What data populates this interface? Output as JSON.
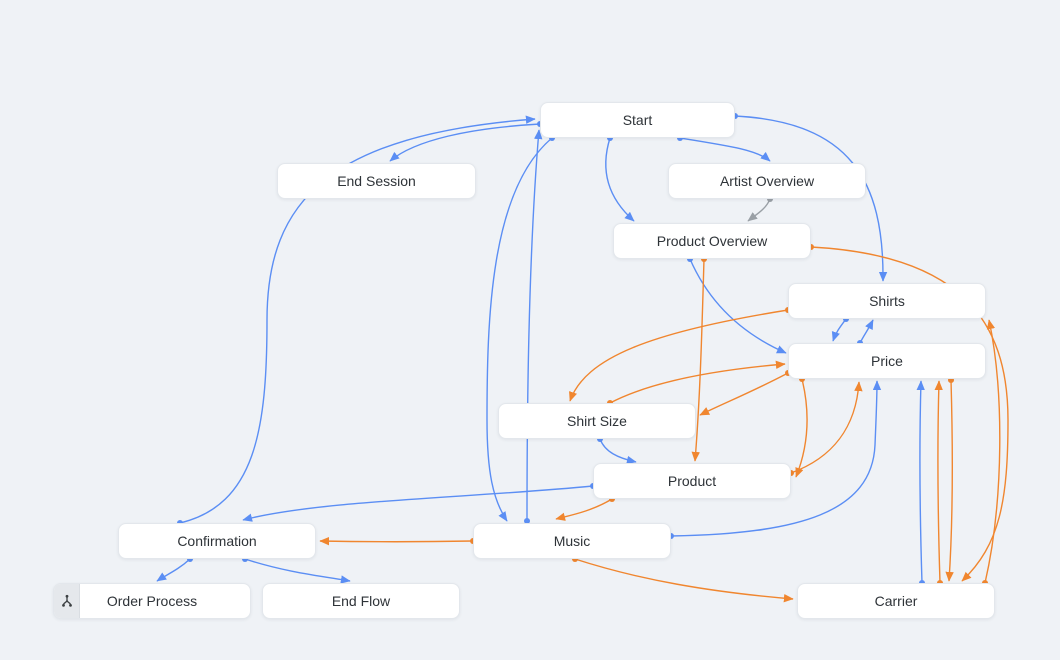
{
  "diagram": {
    "background_color": "#eff2f6",
    "colors": {
      "blue": "#5b8ef4",
      "orange": "#f0862f",
      "gray": "#9aa0a6"
    },
    "node_style": {
      "fill": "#ffffff",
      "border": "#e3e7ec",
      "text": "#2e3338"
    },
    "nodes": [
      {
        "id": "start",
        "label": "Start"
      },
      {
        "id": "end-session",
        "label": "End Session"
      },
      {
        "id": "artist-overview",
        "label": "Artist Overview"
      },
      {
        "id": "product-overview",
        "label": "Product Overview"
      },
      {
        "id": "shirts",
        "label": "Shirts"
      },
      {
        "id": "price",
        "label": "Price"
      },
      {
        "id": "shirt-size",
        "label": "Shirt Size"
      },
      {
        "id": "product",
        "label": "Product"
      },
      {
        "id": "confirmation",
        "label": "Confirmation"
      },
      {
        "id": "music",
        "label": "Music"
      },
      {
        "id": "order-process",
        "label": "Order Process",
        "icon": "flow-icon"
      },
      {
        "id": "end-flow",
        "label": "End Flow"
      },
      {
        "id": "carrier",
        "label": "Carrier"
      }
    ],
    "edges": [
      {
        "from": "start",
        "to": "end-session",
        "color": "blue"
      },
      {
        "from": "start",
        "to": "artist-overview",
        "color": "blue"
      },
      {
        "from": "start",
        "to": "product-overview",
        "color": "blue"
      },
      {
        "from": "start",
        "to": "shirts",
        "color": "blue"
      },
      {
        "from": "start",
        "to": "music",
        "color": "blue"
      },
      {
        "from": "music",
        "to": "start",
        "color": "blue"
      },
      {
        "from": "confirmation",
        "to": "start",
        "color": "blue"
      },
      {
        "from": "confirmation",
        "to": "order-process",
        "color": "blue"
      },
      {
        "from": "confirmation",
        "to": "end-flow",
        "color": "blue"
      },
      {
        "from": "product-overview",
        "to": "price",
        "color": "blue"
      },
      {
        "from": "shirts",
        "to": "price",
        "color": "blue"
      },
      {
        "from": "price",
        "to": "shirts",
        "color": "blue"
      },
      {
        "from": "shirt-size",
        "to": "product",
        "color": "blue"
      },
      {
        "from": "music",
        "to": "price",
        "color": "blue"
      },
      {
        "from": "product",
        "to": "confirmation",
        "color": "blue"
      },
      {
        "from": "carrier",
        "to": "price",
        "color": "blue"
      },
      {
        "from": "artist-overview",
        "to": "product-overview",
        "color": "gray"
      },
      {
        "from": "product-overview",
        "to": "product",
        "color": "orange"
      },
      {
        "from": "shirts",
        "to": "shirt-size",
        "color": "orange"
      },
      {
        "from": "shirt-size",
        "to": "price",
        "color": "orange"
      },
      {
        "from": "price",
        "to": "shirt-size",
        "color": "orange"
      },
      {
        "from": "product",
        "to": "price",
        "color": "orange"
      },
      {
        "from": "price",
        "to": "product",
        "color": "orange"
      },
      {
        "from": "product",
        "to": "music",
        "color": "orange"
      },
      {
        "from": "music",
        "to": "confirmation",
        "color": "orange"
      },
      {
        "from": "music",
        "to": "carrier",
        "color": "orange"
      },
      {
        "from": "carrier",
        "to": "price",
        "color": "orange"
      },
      {
        "from": "price",
        "to": "carrier",
        "color": "orange"
      },
      {
        "from": "carrier",
        "to": "shirts",
        "color": "orange"
      },
      {
        "from": "product-overview",
        "to": "carrier",
        "color": "orange"
      }
    ]
  }
}
